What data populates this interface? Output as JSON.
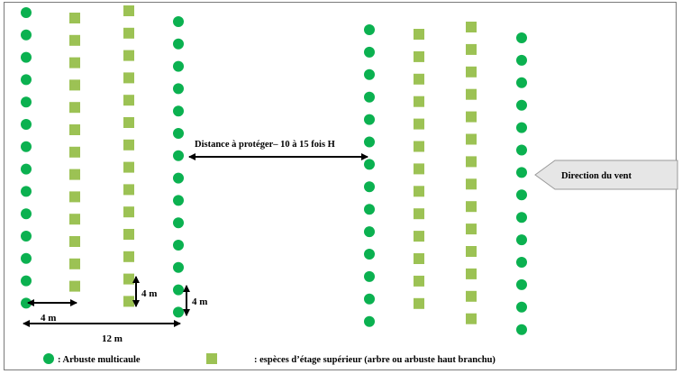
{
  "colors": {
    "circle": "#0bb150",
    "square": "#9cc254",
    "arrow": "#000000",
    "frame": "#7a7a7a",
    "wind_arrow_fill": "#e6e6e6"
  },
  "labels": {
    "distance": "Distance à protéger– 10 à 15 fois H",
    "wind": "Direction du vent",
    "spacing_4m_horizontal": "4 m",
    "spacing_4m_vertical_left": "4 m",
    "spacing_4m_vertical_right": "4 m",
    "spacing_12m": "12 m"
  },
  "legend": {
    "circle_label": ": Arbuste multicaule",
    "square_label": ": espèces d’étage supérieur (arbre ou arbuste haut branchu)"
  },
  "rows": [
    {
      "group": "left",
      "kind": "circle",
      "count": 14
    },
    {
      "group": "left",
      "kind": "square",
      "count": 13
    },
    {
      "group": "left",
      "kind": "square",
      "count": 14
    },
    {
      "group": "left",
      "kind": "circle",
      "count": 14
    },
    {
      "group": "right",
      "kind": "circle",
      "count": 14
    },
    {
      "group": "right",
      "kind": "square",
      "count": 13
    },
    {
      "group": "right",
      "kind": "square",
      "count": 14
    },
    {
      "group": "right",
      "kind": "circle",
      "count": 14
    }
  ]
}
